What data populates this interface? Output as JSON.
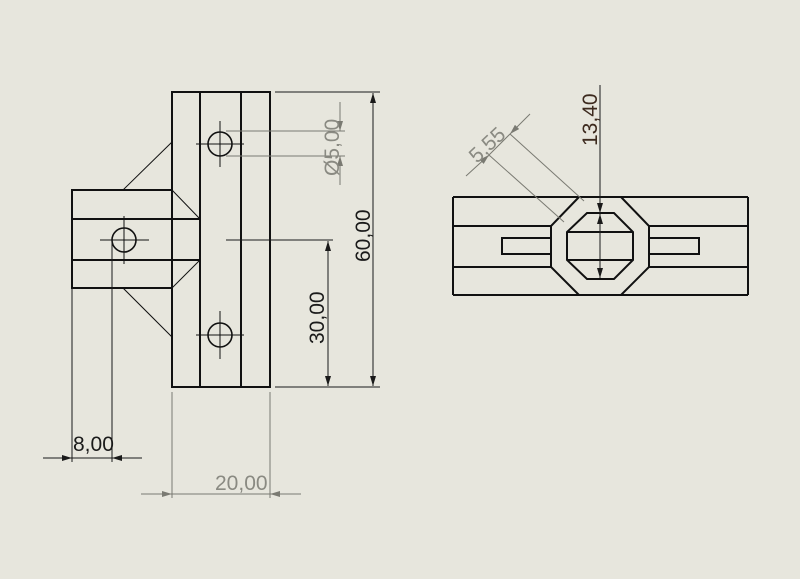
{
  "drawing": {
    "title": "Technical drawing - T-bracket part, front and side views",
    "colors": {
      "background": "#e7e6dd",
      "edge": "#111111",
      "dimension_gray": "#7a7a72",
      "dimension_dark": "#1a1a1a",
      "dimension_brown": "#3d2a1e"
    },
    "views": {
      "front": {
        "dimensions": {
          "hole_diameter": "Ø5,00",
          "overall_height": "60,00",
          "hole_offset": "30,00",
          "arm_hole_offset": "8,00",
          "width": "20,00"
        }
      },
      "side": {
        "dimensions": {
          "chamfer": "5,55",
          "octagon_height": "13,40"
        }
      }
    }
  }
}
